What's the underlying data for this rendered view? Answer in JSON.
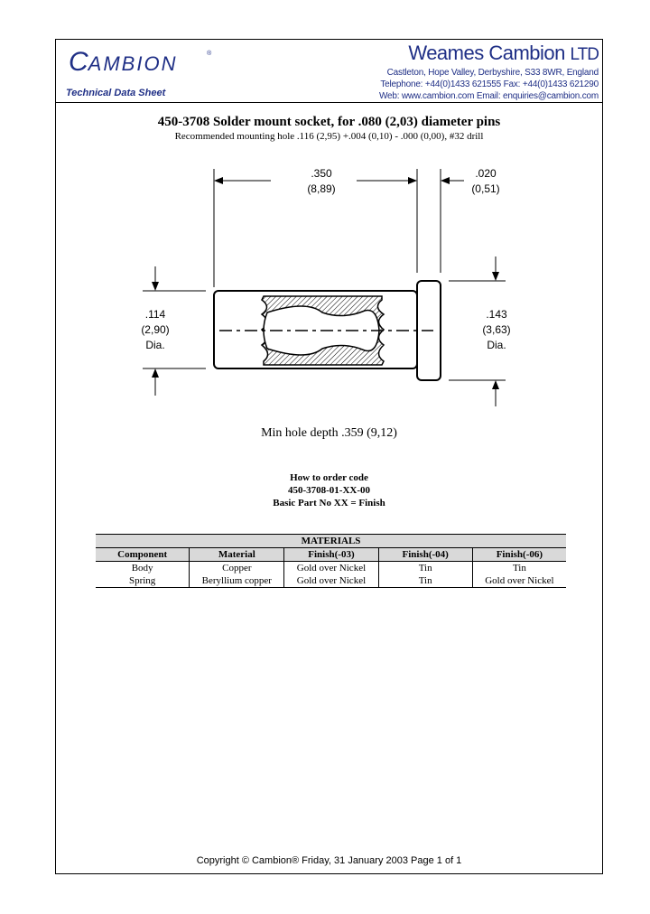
{
  "header": {
    "logo": "CAMBION",
    "logo_reg": "®",
    "sheet_label": "Technical Data Sheet",
    "company_name": "Weames Cambion",
    "company_suffix": "LTD",
    "address_lines": [
      "Castleton, Hope Valley, Derbyshire, S33 8WR, England",
      "Telephone: +44(0)1433 621555  Fax: +44(0)1433 621290",
      "Web: www.cambion.com Email: enquiries@cambion.com"
    ]
  },
  "title": "450-3708 Solder mount socket, for .080 (2,03) diameter pins",
  "subtitle": "Recommended mounting hole .116 (2,95) +.004 (0,10) - .000 (0,00), #32 drill",
  "dimensions": {
    "length": [
      ".350",
      "(8,89)"
    ],
    "flange": [
      ".020",
      "(0,51)"
    ],
    "body_dia": [
      ".114",
      "(2,90)",
      "Dia."
    ],
    "flange_dia": [
      ".143",
      "(3,63)",
      "Dia."
    ]
  },
  "min_hole_depth": "Min hole depth .359 (9,12)",
  "order": {
    "heading": "How to order code",
    "code": "450-3708-01-XX-00",
    "note": "Basic Part No XX = Finish"
  },
  "materials": {
    "caption": "MATERIALS",
    "columns": [
      "Component",
      "Material",
      "Finish(-03)",
      "Finish(-04)",
      "Finish(-06)"
    ],
    "rows": [
      [
        "Body",
        "Copper",
        "Gold over Nickel",
        "Tin",
        "Tin"
      ],
      [
        "Spring",
        "Beryllium copper",
        "Gold over Nickel",
        "Tin",
        "Gold over Nickel"
      ]
    ]
  },
  "footer": "Copyright © Cambion® Friday, 31 January 2003 Page 1 of 1"
}
